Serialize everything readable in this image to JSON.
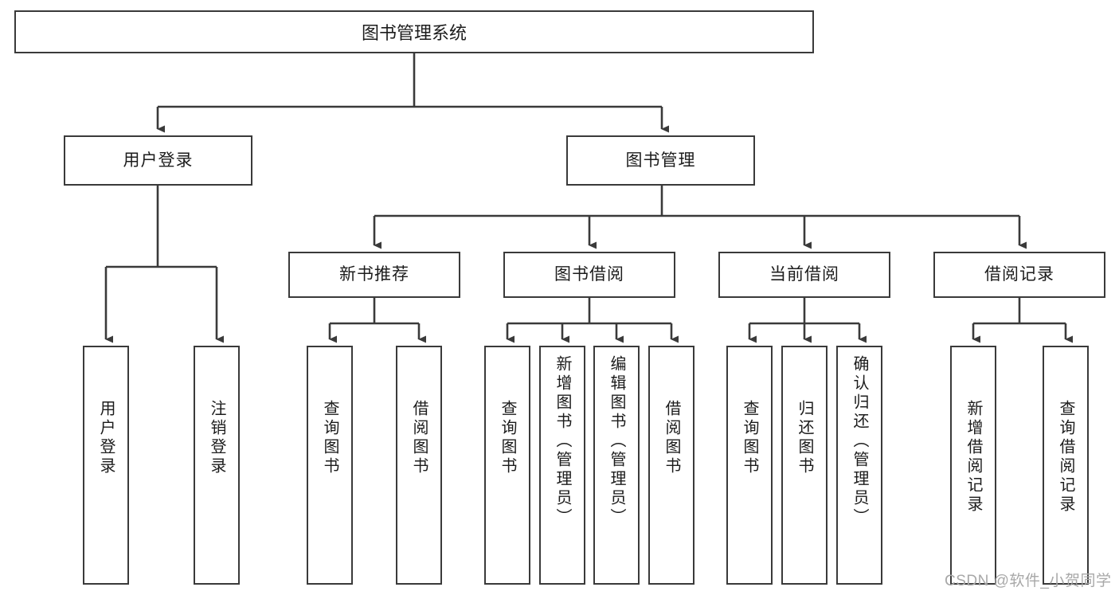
{
  "diagram": {
    "title": "图书管理系统",
    "root": {
      "label": "图书管理系统"
    },
    "level2": [
      {
        "label": "用户登录"
      },
      {
        "label": "图书管理"
      }
    ],
    "level3": [
      {
        "label": "新书推荐"
      },
      {
        "label": "图书借阅"
      },
      {
        "label": "当前借阅"
      },
      {
        "label": "借阅记录"
      }
    ],
    "leaves": {
      "user_login": [
        {
          "label": "用户登录"
        },
        {
          "label": "注销登录"
        }
      ],
      "new_book_recommend": [
        {
          "label": "查询图书"
        },
        {
          "label": "借阅图书"
        }
      ],
      "book_borrow": [
        {
          "label": "查询图书"
        },
        {
          "label": "新增图书（管理员）"
        },
        {
          "label": "编辑图书（管理员）"
        },
        {
          "label": "借阅图书"
        }
      ],
      "current_borrow": [
        {
          "label": "查询图书"
        },
        {
          "label": "归还图书"
        },
        {
          "label": "确认归还（管理员）"
        }
      ],
      "borrow_record": [
        {
          "label": "新增借阅记录"
        },
        {
          "label": "查询借阅记录"
        }
      ]
    }
  },
  "watermark": {
    "text": "CSDN @软件_小贺同学"
  },
  "colors": {
    "stroke": "#3a3a3a",
    "text": "#1c1c1c",
    "background": "#ffffff",
    "watermark": "#a8a8a8"
  }
}
